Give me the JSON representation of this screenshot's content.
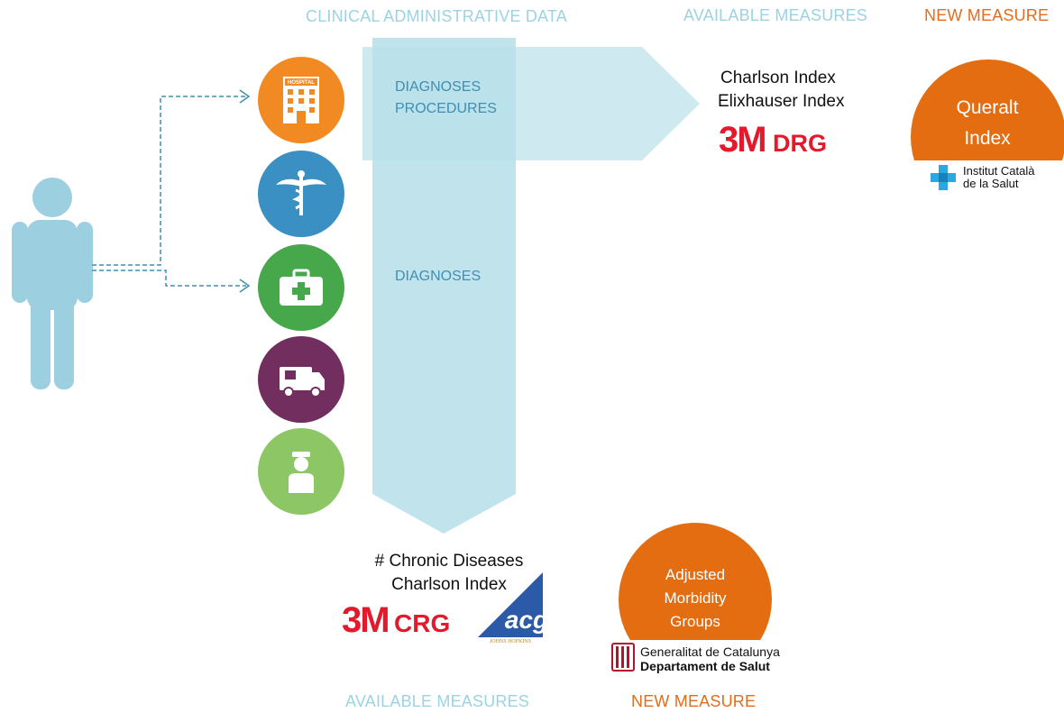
{
  "headers": {
    "clinical_data": "CLINICAL ADMINISTRATIVE DATA",
    "available_top": "AVAILABLE MEASURES",
    "new_top": "NEW MEASURE",
    "available_bottom": "AVAILABLE MEASURES",
    "new_bottom": "NEW MEASURE"
  },
  "arrows": {
    "horizontal_label_1": "DIAGNOSES",
    "horizontal_label_2": "PROCEDURES",
    "vertical_label": "DIAGNOSES"
  },
  "care_settings": [
    {
      "icon": "hospital-icon",
      "label": "HOSPITAL",
      "color": "#f28a24"
    },
    {
      "icon": "caduceus-icon",
      "color": "#3a8fc3"
    },
    {
      "icon": "first-aid-kit-icon",
      "color": "#46a84a"
    },
    {
      "icon": "ambulance-icon",
      "color": "#722e5e"
    },
    {
      "icon": "nurse-icon",
      "color": "#8cc665"
    }
  ],
  "top_measures": {
    "line1": "Charlson Index",
    "line2": "Elixhauser Index",
    "logo_3m": "3M",
    "logo_product": "DRG"
  },
  "bottom_measures": {
    "line1": "# Chronic Diseases",
    "line2": "Charlson Index",
    "logo_3m": "3M",
    "logo_product": "CRG",
    "acg_logo": "acg",
    "acg_sub": "JOHNS HOPKINS"
  },
  "queralt": {
    "line1": "Queralt",
    "line2": "Index",
    "org_line1": "Institut Català",
    "org_line2": "de la Salut"
  },
  "amg": {
    "line1": "Adjusted",
    "line2": "Morbidity",
    "line3": "Groups",
    "org_line1": "Generalitat de Catalunya",
    "org_line2": "Departament de Salut"
  },
  "colors": {
    "arrow_fill": "#b9e0ea",
    "header_blue": "#9cd3e3",
    "header_orange": "#e36d1c",
    "new_measure_circle": "#e36d10",
    "person": "#9ccfdf",
    "brand_3m_red": "#e3192c"
  }
}
